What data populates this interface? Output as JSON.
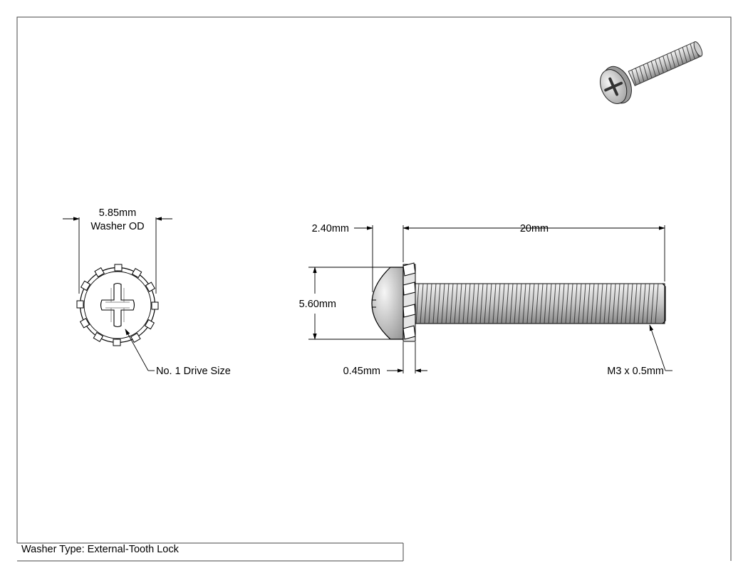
{
  "drawing": {
    "dimensions": {
      "washer_od_value": "5.85mm",
      "washer_od_label": "Washer OD",
      "head_height": "2.40mm",
      "thread_length": "20mm",
      "head_diameter": "5.60mm",
      "washer_thickness": "0.45mm"
    },
    "callouts": {
      "drive_size": "No. 1 Drive Size",
      "thread_spec": "M3 x 0.5mm"
    },
    "notes": {
      "washer_type": "Washer Type: External-Tooth Lock"
    }
  }
}
